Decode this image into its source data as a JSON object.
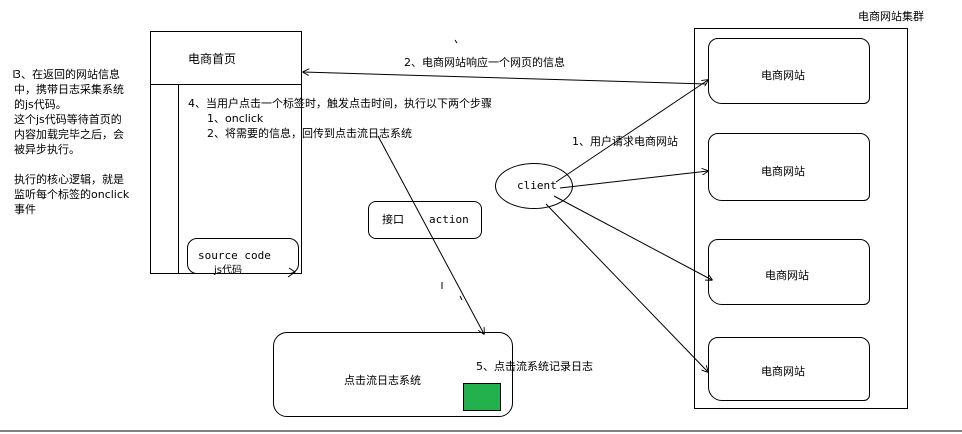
{
  "cluster": {
    "title": "电商网站集群",
    "sites": [
      "电商网站",
      "电商网站",
      "电商网站",
      "电商网站"
    ]
  },
  "homepage": {
    "title": "电商首页",
    "source_code": "source code",
    "js_code": "js代码"
  },
  "client_label": "client",
  "interface": {
    "label": "接口",
    "action": "action"
  },
  "clickstream": {
    "label": "点击流日志系统"
  },
  "steps": {
    "step1": "1、用户请求电商网站",
    "step2": "2、电商网站响应一个网页的信息",
    "step3": [
      "3、在返回的网站信息",
      "中，携带日志采集系统",
      "的js代码。",
      "这个js代码等待首页的",
      "内容加载完毕之后，会",
      "被异步执行。",
      "",
      "执行的核心逻辑，就是",
      "监听每个标签的onclick",
      "事件"
    ],
    "step4": "4、当用户点击一个标签时，触发点击时间，执行以下两个步骤",
    "step4_sub1": "1、onclick",
    "step4_sub2": "2、将需要的信息，回传到点击流日志系统",
    "step5": "5、点击流系统记录日志"
  },
  "colors": {
    "green_block": "#22b14c",
    "line": "#000000"
  }
}
